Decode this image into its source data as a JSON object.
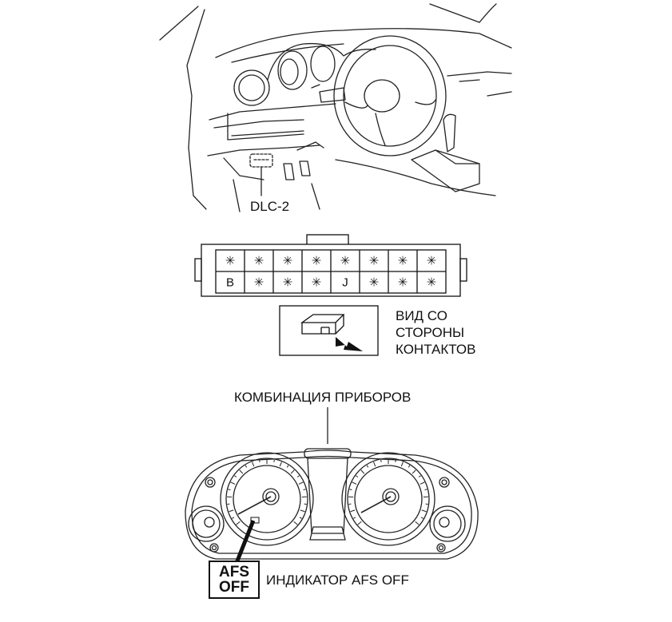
{
  "labels": {
    "dlc": "DLC-2",
    "view_side": [
      "ВИД СО",
      "СТОРОНЫ",
      "КОНТАКТОВ"
    ],
    "cluster": "КОМБИНАЦИЯ ПРИБОРОВ",
    "indicator": "ИНДИКАТОР AFS OFF",
    "afs_box": [
      "AFS",
      "OFF"
    ]
  },
  "connector": {
    "rows": [
      [
        "✳",
        "✳",
        "✳",
        "✳",
        "✳",
        "✳",
        "✳",
        "✳"
      ],
      [
        "B",
        "✳",
        "✳",
        "✳",
        "J",
        "✳",
        "✳",
        "✳"
      ]
    ]
  }
}
